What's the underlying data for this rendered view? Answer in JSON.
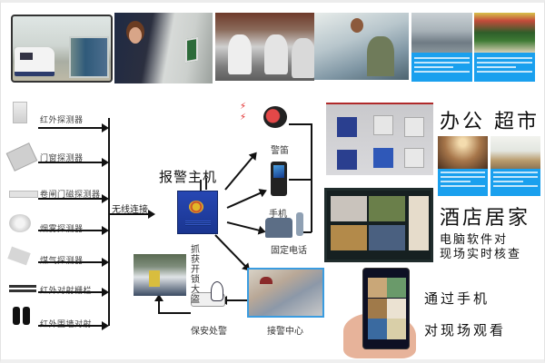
{
  "top_photos": [
    {
      "id": "police-station",
      "alt": "police car at station entrance"
    },
    {
      "id": "operators",
      "alt": "alarm center operators at consoles"
    },
    {
      "id": "police-motorcycles",
      "alt": "police motorcycles"
    },
    {
      "id": "control-room",
      "alt": "security guards at control panel"
    }
  ],
  "top_cards": [
    {
      "id": "office",
      "alt": "office interior with blue text caption"
    },
    {
      "id": "supermarket",
      "alt": "supermarket aisle with blue text caption"
    }
  ],
  "sensors": [
    {
      "label": "红外探测器",
      "icon": "pir-detector-icon"
    },
    {
      "label": "门窗探测器",
      "icon": "door-window-detector-icon"
    },
    {
      "label": "卷闸门磁探测器",
      "icon": "rolling-door-magnetic-icon"
    },
    {
      "label": "烟雾探测器",
      "icon": "smoke-detector-icon"
    },
    {
      "label": "煤气探测器",
      "icon": "gas-detector-icon"
    },
    {
      "label": "红外对射栅栏",
      "icon": "infrared-beam-fence-icon"
    },
    {
      "label": "红外围墙对射",
      "icon": "infrared-wall-beam-icon"
    }
  ],
  "wireless_label": "无线连接",
  "host": {
    "title": "报警主机"
  },
  "outputs": {
    "siren": "警笛",
    "mobile": "手机",
    "landline": "固定电话",
    "alarm_center": "接警中心",
    "guard_response": "保安处警",
    "catch_thief": "抓获开锁大盗"
  },
  "right_panel": {
    "scenes_line1": "办公 超市",
    "scenes_line2": "酒店居家",
    "pc_text_line1": "电脑软件对",
    "pc_text_line2": "现场实时核查",
    "mobile_text_line1": "通过手机",
    "mobile_text_line2": "对现场观看"
  },
  "colors": {
    "card_blue": "#1aa0ee",
    "host_blue": "#2747b3",
    "alarm_red": "#e02020",
    "frame_blue": "#3a9ce0"
  }
}
